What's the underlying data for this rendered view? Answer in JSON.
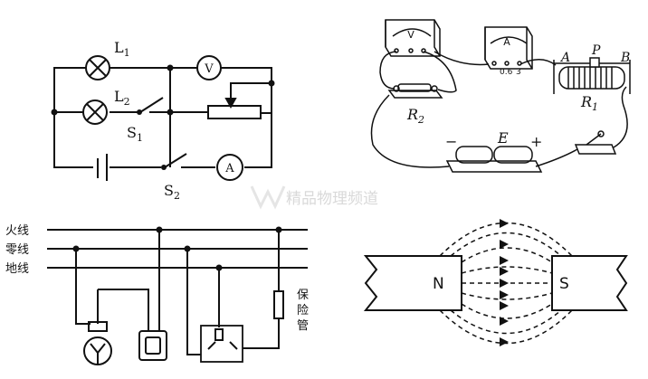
{
  "circuit": {
    "lamp1": "L",
    "lamp1_sub": "1",
    "lamp2": "L",
    "lamp2_sub": "2",
    "switch1": "S",
    "switch1_sub": "1",
    "switch2": "S",
    "switch2_sub": "2",
    "voltmeter": "V",
    "ammeter": "A"
  },
  "apparatus": {
    "voltmeter": "V",
    "ammeter": "A",
    "ammeter_scale": [
      "0.6",
      "3"
    ],
    "r2": "R",
    "r2_sub": "2",
    "r1": "R",
    "r1_sub": "1",
    "a": "A",
    "p": "P",
    "b": "B",
    "battery": "E",
    "minus": "−",
    "plus": "+"
  },
  "watermark": "精品物理频道",
  "wiring": {
    "fire_line": "火线",
    "neutral_line": "零线",
    "ground_line": "地线",
    "fuse": [
      "保",
      "险",
      "管"
    ]
  },
  "magnet": {
    "north": "N",
    "south": "S"
  }
}
